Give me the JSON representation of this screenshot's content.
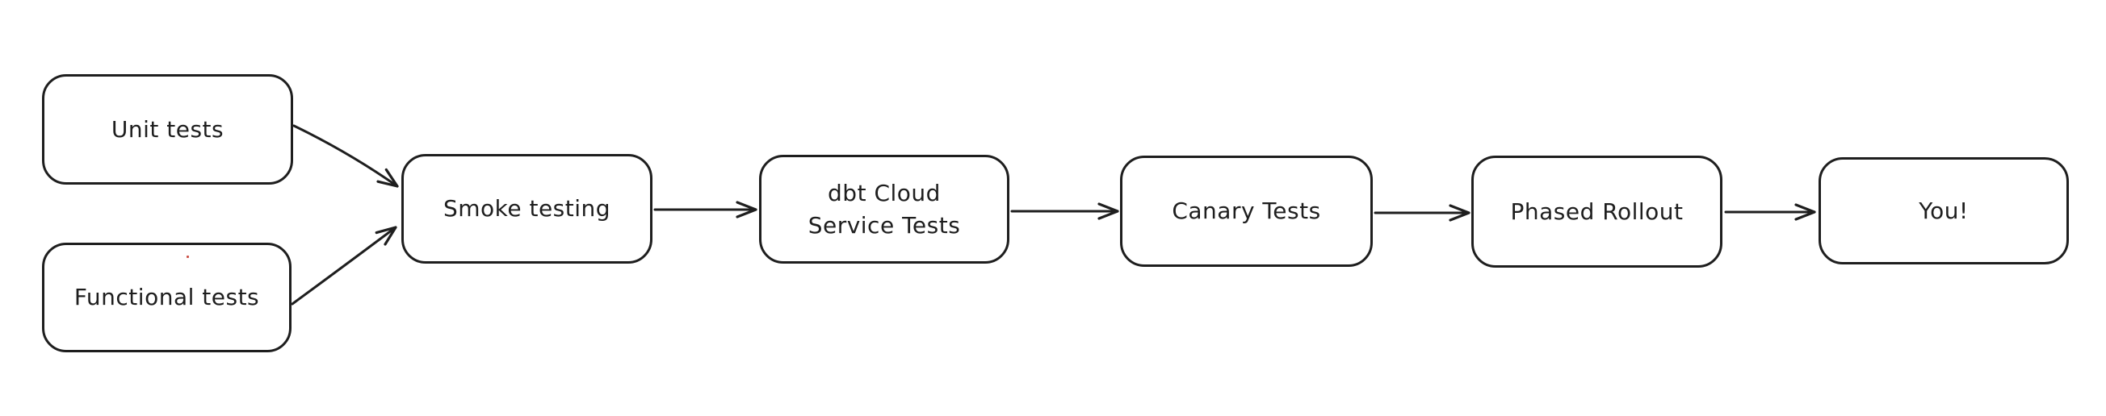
{
  "diagram": {
    "type": "flowchart",
    "style": "hand-drawn",
    "direction": "left-to-right",
    "colors": {
      "stroke": "#1e1e1e",
      "node_fill": "#ffffff",
      "background": "#ffffff",
      "artifact_speck": "#cc5148"
    },
    "nodes": [
      {
        "id": "unit-tests",
        "label": "Unit tests"
      },
      {
        "id": "functional-tests",
        "label": "Functional tests"
      },
      {
        "id": "smoke-testing",
        "label": "Smoke testing"
      },
      {
        "id": "dbt-cloud-service-tests",
        "label": "dbt Cloud\nService Tests"
      },
      {
        "id": "canary-tests",
        "label": "Canary Tests"
      },
      {
        "id": "phased-rollout",
        "label": "Phased Rollout"
      },
      {
        "id": "you",
        "label": "You!"
      }
    ],
    "edges": [
      {
        "from": "unit-tests",
        "to": "smoke-testing"
      },
      {
        "from": "functional-tests",
        "to": "smoke-testing"
      },
      {
        "from": "smoke-testing",
        "to": "dbt-cloud-service-tests"
      },
      {
        "from": "dbt-cloud-service-tests",
        "to": "canary-tests"
      },
      {
        "from": "canary-tests",
        "to": "phased-rollout"
      },
      {
        "from": "phased-rollout",
        "to": "you"
      }
    ]
  }
}
